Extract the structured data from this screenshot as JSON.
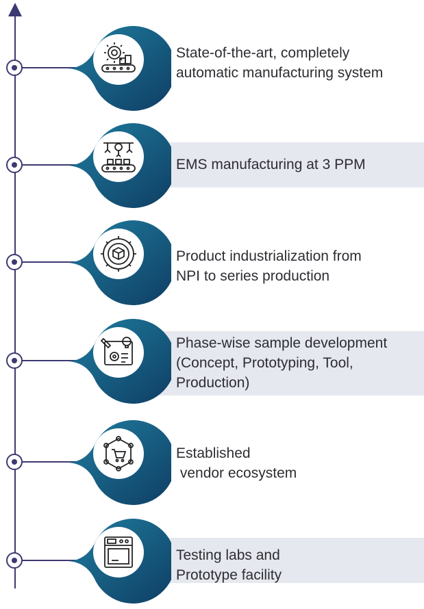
{
  "items": [
    {
      "text": "State-of-the-art, completely\nautomatic manufacturing system",
      "icon": "factory-gears-conveyor-icon"
    },
    {
      "text": "EMS manufacturing at 3 PPM",
      "icon": "robotic-assembly-line-icon"
    },
    {
      "text": "Product industrialization from\nNPI to series production",
      "icon": "gear-box-icon"
    },
    {
      "text": "Phase-wise sample development\n(Concept, Prototyping, Tool,\nProduction)",
      "icon": "blueprint-idea-icon"
    },
    {
      "text": "Established\n vendor ecosystem",
      "icon": "shopping-cart-network-icon"
    },
    {
      "text": "Testing labs and\nPrototype facility",
      "icon": "lab-oven-icon"
    }
  ],
  "colors": {
    "line": "#3c3872",
    "badge_outer": "#0f3d63",
    "badge_inner": "#1f7ea0",
    "band": "#e6e8ef",
    "text": "#2d2d33"
  }
}
